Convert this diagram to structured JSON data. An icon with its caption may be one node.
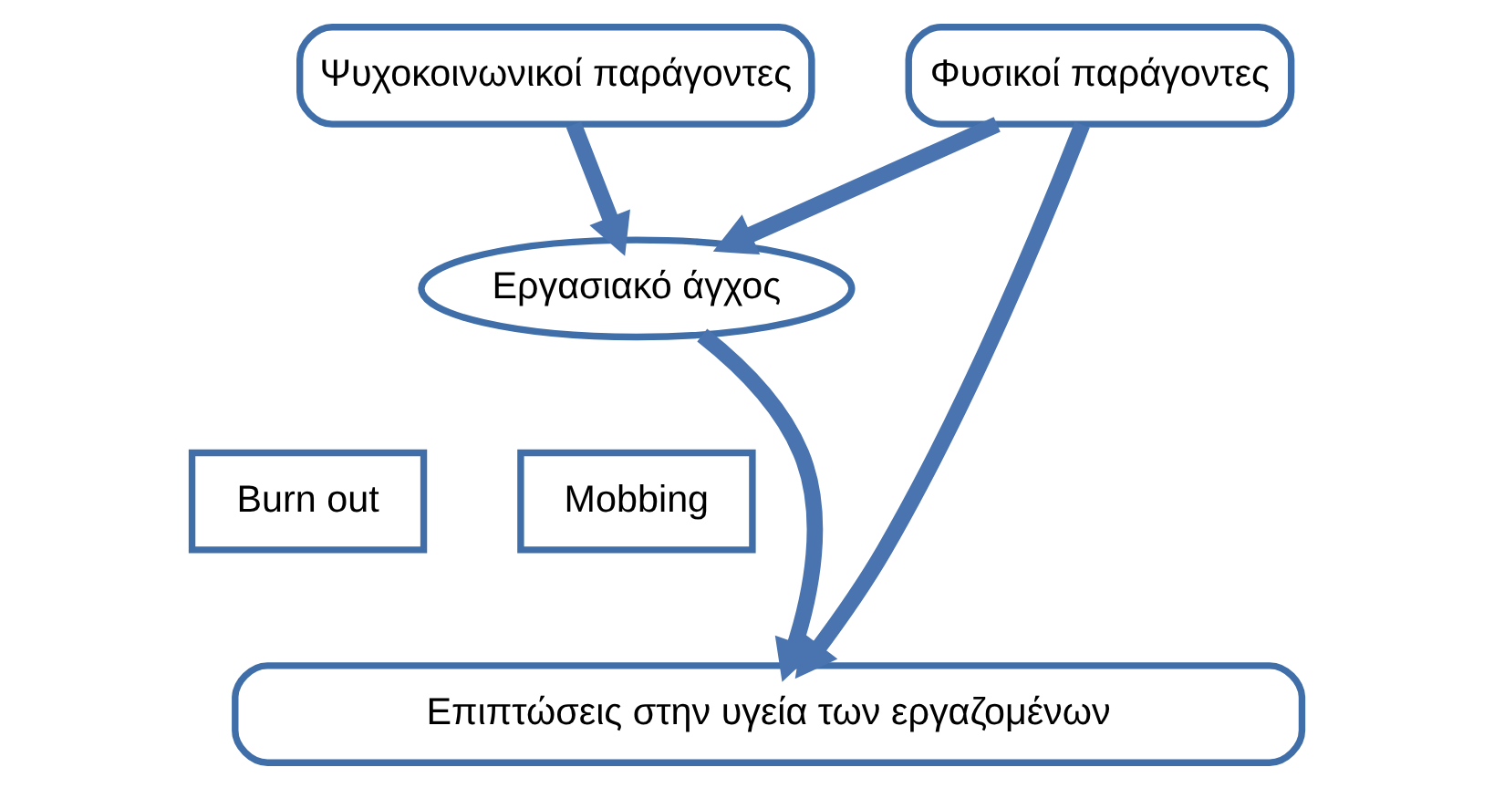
{
  "diagram": {
    "nodes": [
      {
        "text": [
          "Φυσικοί παράγοντες"
        ]
      },
      {
        "text": [
          "Ψυχοκοινωνικοί παράγοντες"
        ]
      },
      {
        "text": [
          "Εργασιακό άγχος"
        ]
      },
      {
        "text": [
          "Burn out"
        ]
      },
      {
        "text": [
          "Mobbing"
        ]
      },
      {
        "text": [
          "Επιπτώσεις στην υγεία των εργαζομένων"
        ]
      }
    ],
    "edges": [
      {
        "from": 0,
        "to": 5,
        "arrow": "to"
      },
      {
        "from": 0,
        "to": 2,
        "arrow": "to"
      },
      {
        "from": 1,
        "to": 2,
        "arrow": "to"
      },
      {
        "from": 2,
        "to": 5,
        "arrow": "to"
      }
    ]
  }
}
